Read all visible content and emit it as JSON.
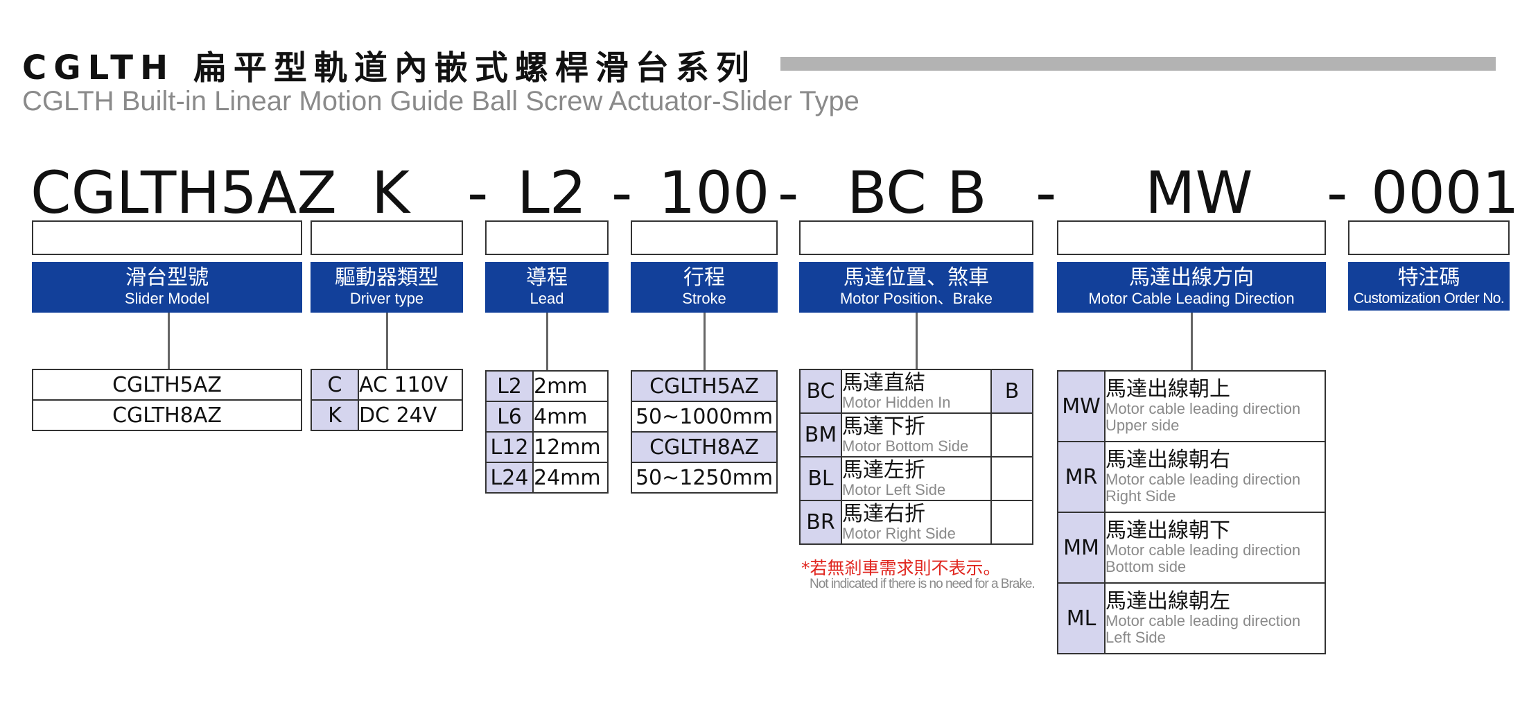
{
  "title": {
    "cn": "CGLTH 扁平型軌道內嵌式螺桿滑台系列",
    "en": "CGLTH Built-in Linear Motion Guide Ball Screw Actuator-Slider Type"
  },
  "code_parts": [
    "CGLTH5AZ",
    "K",
    "-",
    "L2",
    "-",
    "100",
    "-",
    "BC",
    "B",
    "-",
    "MW",
    "-",
    "0001"
  ],
  "headers": [
    {
      "cn": "滑台型號",
      "en": "Slider Model"
    },
    {
      "cn": "驅動器類型",
      "en": "Driver type"
    },
    {
      "cn": "導程",
      "en": "Lead"
    },
    {
      "cn": "行程",
      "en": "Stroke"
    },
    {
      "cn": "馬達位置、煞車",
      "en": "Motor Position、Brake"
    },
    {
      "cn": "馬達出線方向",
      "en": "Motor Cable Leading Direction"
    },
    {
      "cn": "特注碼",
      "en": "Customization Order No."
    }
  ],
  "slider_models": [
    "CGLTH5AZ",
    "CGLTH8AZ"
  ],
  "driver_types": [
    {
      "code": "C",
      "label": "AC 110V"
    },
    {
      "code": "K",
      "label": "DC 24V"
    }
  ],
  "leads": [
    {
      "code": "L2",
      "label": "2mm"
    },
    {
      "code": "L6",
      "label": "4mm"
    },
    {
      "code": "L12",
      "label": "12mm"
    },
    {
      "code": "L24",
      "label": "24mm"
    }
  ],
  "strokes": [
    {
      "model": "CGLTH5AZ",
      "range": "50~1000mm"
    },
    {
      "model": "CGLTH8AZ",
      "range": "50~1250mm"
    }
  ],
  "motor_positions": [
    {
      "code": "BC",
      "cn": "馬達直結",
      "en": "Motor Hidden In"
    },
    {
      "code": "BM",
      "cn": "馬達下折",
      "en": "Motor Bottom Side"
    },
    {
      "code": "BL",
      "cn": "馬達左折",
      "en": "Motor Left Side"
    },
    {
      "code": "BR",
      "cn": "馬達右折",
      "en": "Motor Right Side"
    }
  ],
  "brake_code": "B",
  "brake_note": {
    "cn": "*若無剎車需求則不表示。",
    "en": "Not indicated if there is no need for a Brake."
  },
  "cable_directions": [
    {
      "code": "MW",
      "cn": "馬達出線朝上",
      "en1": "Motor cable leading direction",
      "en2": "Upper side"
    },
    {
      "code": "MR",
      "cn": "馬達出線朝右",
      "en1": "Motor cable leading direction",
      "en2": "Right Side"
    },
    {
      "code": "MM",
      "cn": "馬達出線朝下",
      "en1": "Motor cable leading direction",
      "en2": "Bottom side"
    },
    {
      "code": "ML",
      "cn": "馬達出線朝左",
      "en1": "Motor cable leading direction",
      "en2": "Left Side"
    }
  ],
  "colors": {
    "header_bg": "#12409a",
    "key_bg": "#d5d5ee",
    "title_bar": "#b3b3b3",
    "note_red": "#e0261f"
  }
}
